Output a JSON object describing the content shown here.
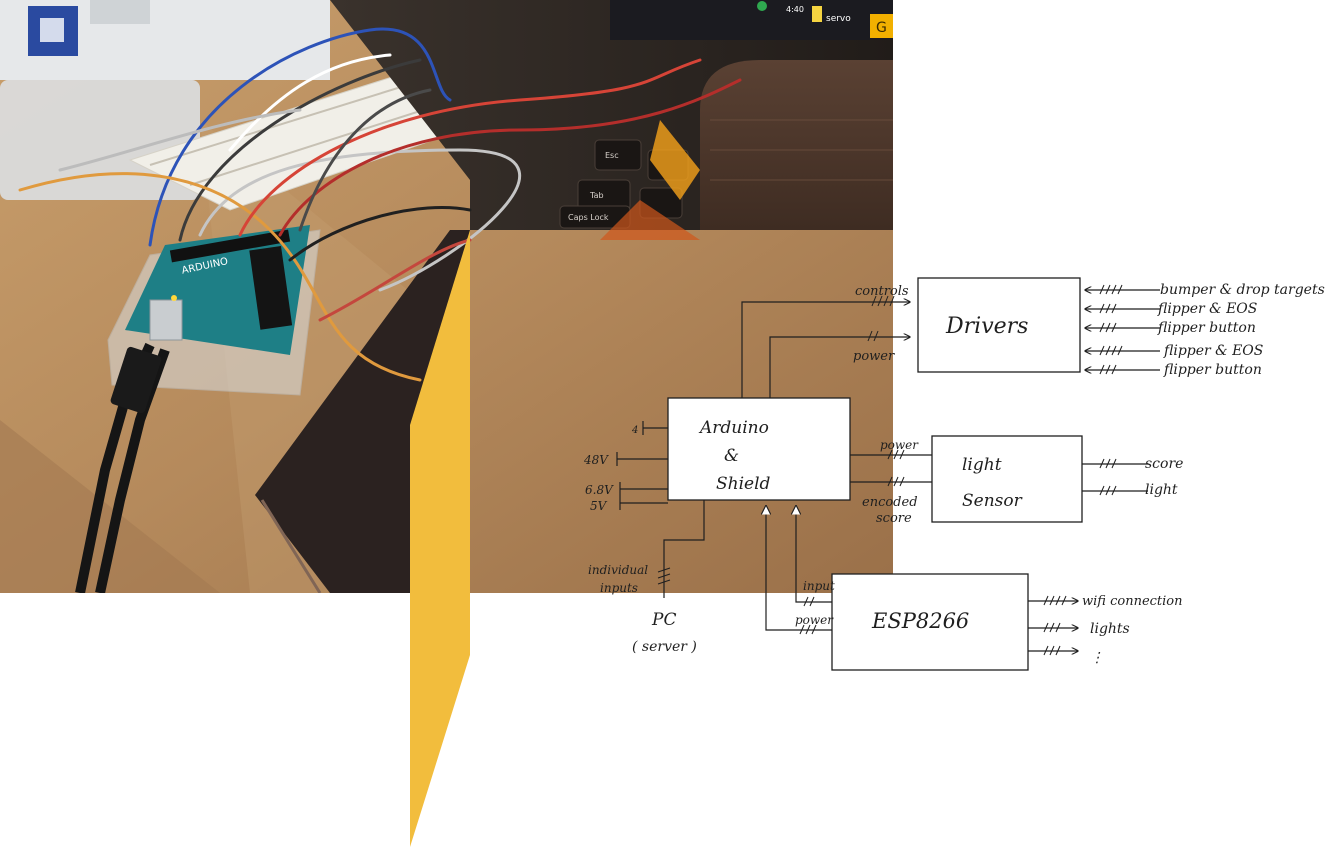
{
  "colors": {
    "accent_yellow": "#f2bd3d",
    "ink": "#1f1f1f",
    "desk": "#b58a5c",
    "board_teal": "#1e7f86",
    "laptop": "#2a2522"
  },
  "photo": {
    "taskbar_label": "servo",
    "taskbar_number": "4:40",
    "taskbar_letter": "G",
    "board_logo": "ARDUINO",
    "keys": [
      "Esc",
      "Tab",
      "Caps Lock"
    ]
  },
  "diagram": {
    "drivers": {
      "label": "Drivers",
      "inputs": [
        "controls",
        "power"
      ],
      "outputs": [
        "bumper & drop targets",
        "flipper & EOS",
        "flipper button",
        "flipper & EOS",
        "flipper button"
      ]
    },
    "arduino": {
      "label_line1": "Arduino",
      "label_line2": "&",
      "label_line3": "Shield",
      "top_pin": "4",
      "voltages": [
        "48V",
        "6.8V",
        "5V"
      ]
    },
    "light_sensor": {
      "label_line1": "light",
      "label_line2": "Sensor",
      "inputs": [
        "power",
        "encoded",
        "score"
      ],
      "outputs": [
        "score",
        "light"
      ]
    },
    "esp": {
      "label": "ESP8266",
      "inputs": [
        "input",
        "power"
      ],
      "outputs": [
        "wifi connection",
        "lights",
        "⋮"
      ]
    },
    "pc": {
      "label": "PC",
      "sublabel": "( server )",
      "inputs_line1": "individual",
      "inputs_line2": "inputs"
    }
  }
}
